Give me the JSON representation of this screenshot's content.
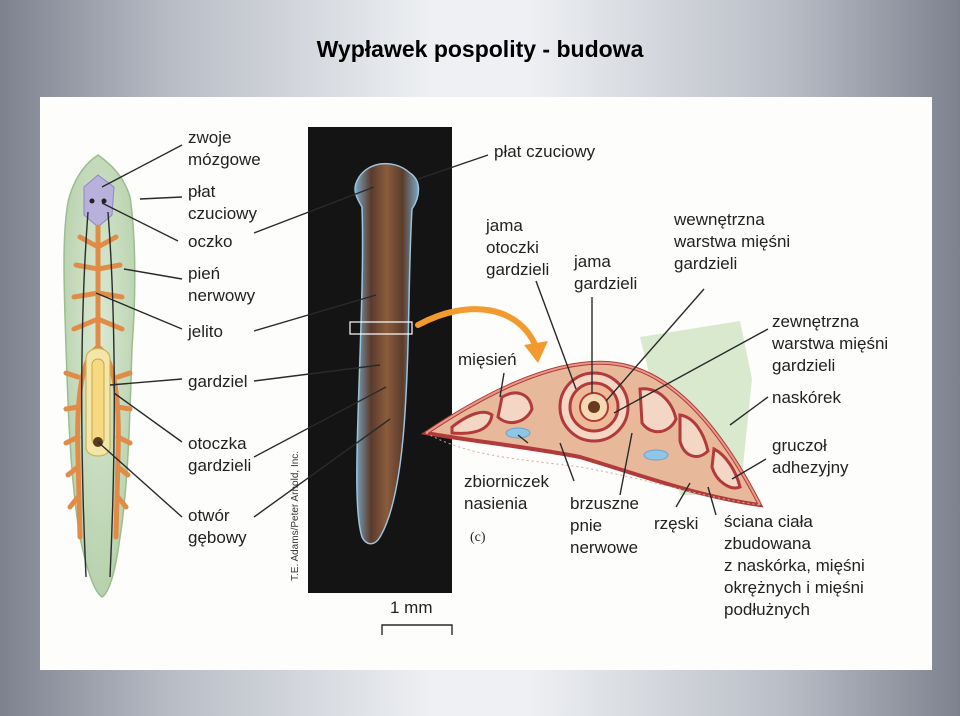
{
  "title": "Wypławek pospolity - budowa",
  "left_labels": [
    "zwoje",
    "mózgowe",
    "płat",
    "czuciowy",
    "oczko",
    "pień",
    "nerwowy",
    "jelito",
    "gardziel",
    "otoczka",
    "gardzieli",
    "otwór",
    "gębowy"
  ],
  "middle": {
    "label": "płat czuciowy",
    "credit": "T.E. Adams/Peter Arnold, Inc.",
    "scale": "1 mm"
  },
  "cross_section": {
    "labels": {
      "jama_otoczki": [
        "jama",
        "otoczki",
        "gardzieli"
      ],
      "jama_gardzieli": [
        "jama",
        "gardzieli"
      ],
      "wewnetrzna": [
        "wewnętrzna",
        "warstwa mięśni",
        "gardzieli"
      ],
      "zewnetrzna": [
        "zewnętrzna",
        "warstwa mięśni",
        "gardzieli"
      ],
      "miesien": "mięsień",
      "naskorek": "naskórek",
      "gruczol": [
        "gruczoł",
        "adhezyjny"
      ],
      "zbiorniczek": [
        "zbiorniczek",
        "nasienia"
      ],
      "brzuszne": [
        "brzuszne",
        "pnie",
        "nerwowe"
      ],
      "rzeski": "rzęski",
      "sciana": [
        "ściana ciała",
        "zbudowana",
        "z naskórka, mięśni",
        "okrężnych i mięśni",
        "podłużnych"
      ],
      "panel_letter": "(c)"
    }
  },
  "colors": {
    "body_green": "#c7dfbe",
    "gut_orange": "#e5924e",
    "photo_bg": "#141414",
    "muscle_red": "#b23a3a"
  }
}
